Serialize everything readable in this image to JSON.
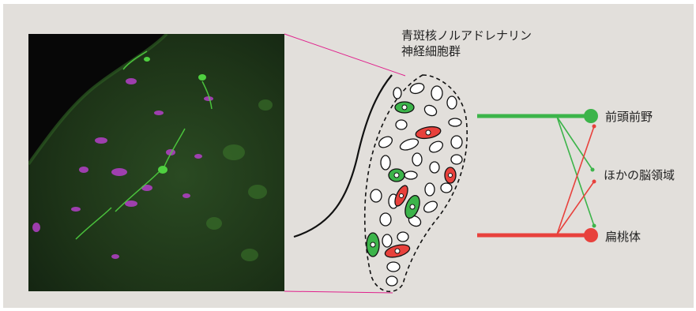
{
  "title": {
    "line1": "青斑核ノルアドレナリン",
    "line2": "神経細胞群"
  },
  "targets": {
    "prefrontal": "前頭前野",
    "other": "ほかの脳領域",
    "amygdala": "扁桃体"
  },
  "colors": {
    "green": "#3cb44a",
    "red": "#e8413c",
    "magenta": "#e0208c",
    "background": "#e2dfdb"
  }
}
